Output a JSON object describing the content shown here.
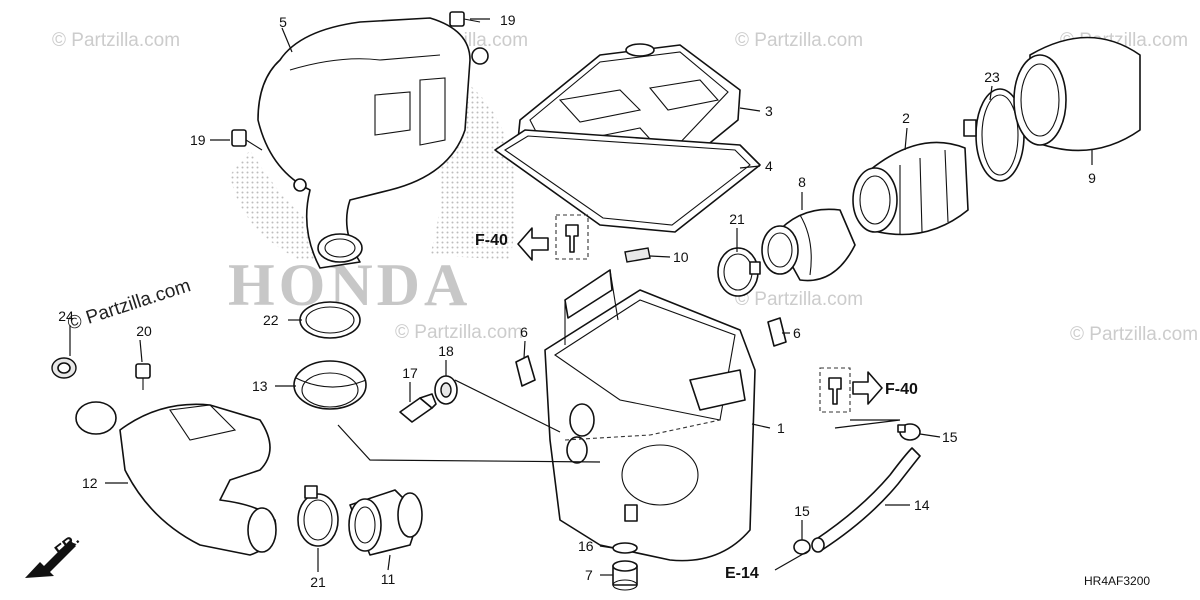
{
  "watermark": {
    "text": "© Partzilla.com",
    "overlay_text": "© Partzilla.com"
  },
  "brand_logo_text": "HONDA",
  "diagram_code": "HR4AF3200",
  "direction_label": "FR.",
  "references": {
    "f40_left": "F-40",
    "f40_right": "F-40",
    "e14": "E-14"
  },
  "callouts": {
    "c1": "1",
    "c2": "2",
    "c3": "3",
    "c4": "4",
    "c5": "5",
    "c6a": "6",
    "c6b": "6",
    "c7": "7",
    "c8": "8",
    "c9": "9",
    "c10": "10",
    "c11": "11",
    "c12": "12",
    "c13": "13",
    "c14": "14",
    "c15a": "15",
    "c15b": "15",
    "c16": "16",
    "c17": "17",
    "c18": "18",
    "c19a": "19",
    "c19b": "19",
    "c20": "20",
    "c21a": "21",
    "c21b": "21",
    "c22": "22",
    "c23": "23",
    "c24": "24"
  }
}
